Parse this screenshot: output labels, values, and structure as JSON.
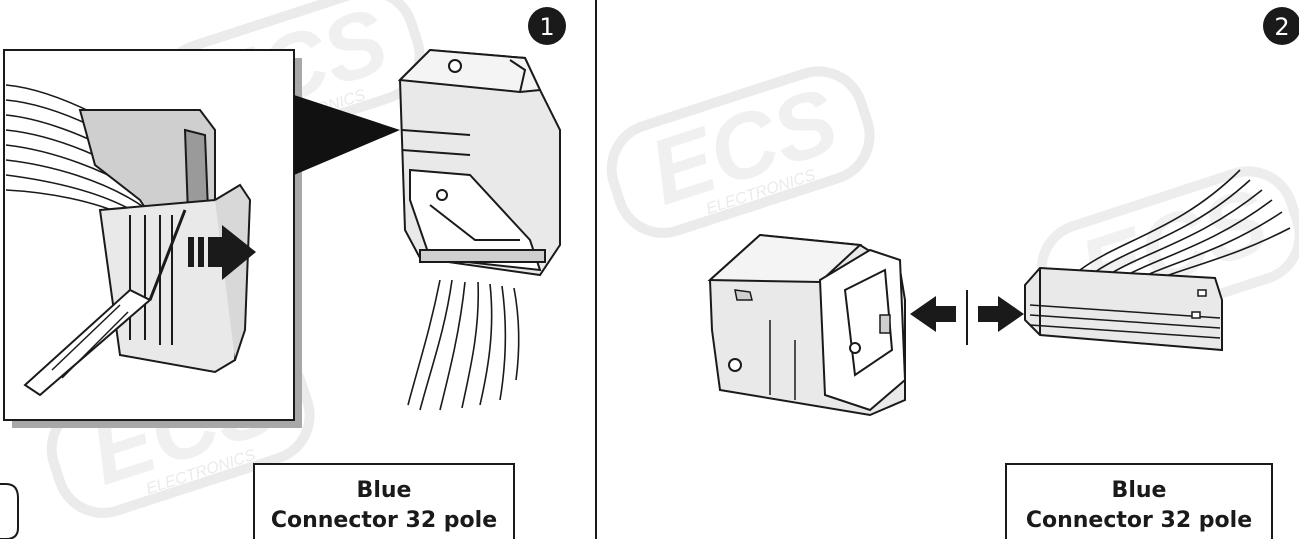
{
  "steps": [
    {
      "number": "1",
      "caption_line1": "Blue",
      "caption_line2": "Connector 32 pole"
    },
    {
      "number": "2",
      "caption_line1": "Blue",
      "caption_line2": "Connector 32 pole"
    }
  ],
  "watermark": {
    "logo_text": "ECS",
    "sub_text": "ELECTRONICS",
    "color": "#e6e6e6"
  },
  "colors": {
    "ink": "#1a1a1a",
    "fill_light": "#e9e9e9",
    "fill_mid": "#cfcfcf",
    "fill_dark": "#9a9a9a",
    "frame_shadow": "#a8a8a8"
  }
}
